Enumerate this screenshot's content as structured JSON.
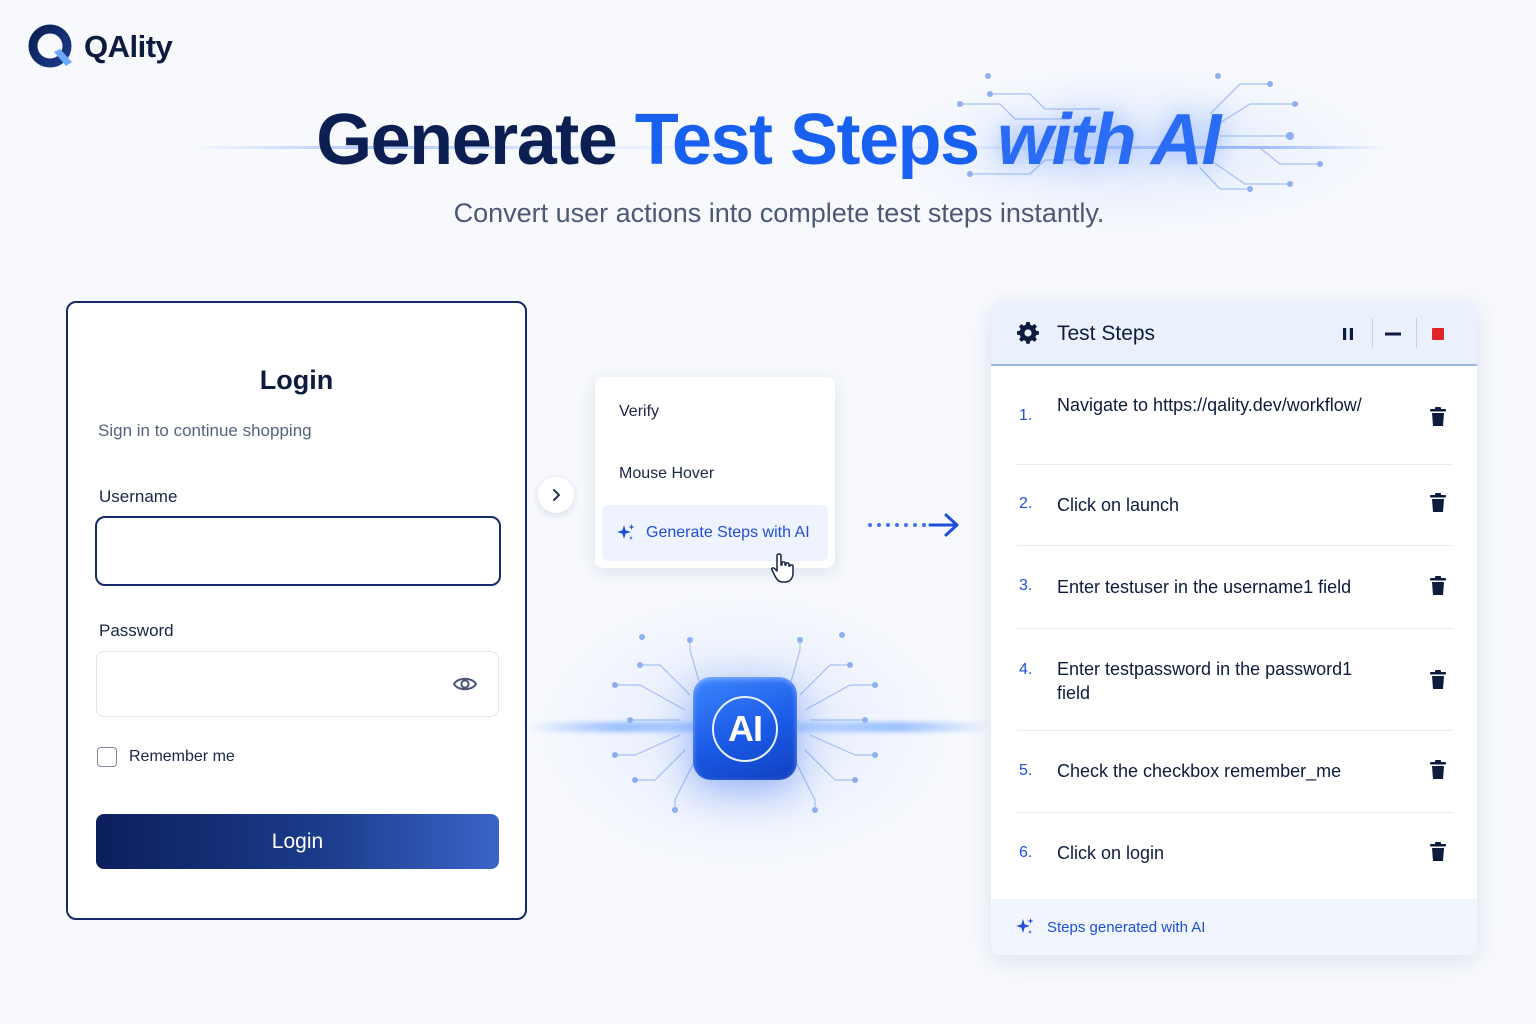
{
  "brand": {
    "name": "QAlity"
  },
  "hero": {
    "title_part1": "Generate",
    "title_part2": "Test Steps",
    "title_part3": "with AI",
    "subtitle": "Convert user actions into complete test steps instantly."
  },
  "login": {
    "title": "Login",
    "subtitle": "Sign in to continue shopping",
    "username_label": "Username",
    "username_value": "",
    "password_label": "Password",
    "password_value": "",
    "remember_label": "Remember me",
    "remember_checked": false,
    "button_label": "Login"
  },
  "context_menu": {
    "items": [
      "Verify",
      "Mouse Hover"
    ],
    "ai_item": "Generate Steps with AI"
  },
  "ai_chip": {
    "label": "AI"
  },
  "steps_panel": {
    "title": "Test Steps",
    "steps": [
      {
        "num": "1.",
        "text": "Navigate to https://qality.dev/workflow/"
      },
      {
        "num": "2.",
        "text": "Click on launch"
      },
      {
        "num": "3.",
        "text": "Enter testuser in the username1 field"
      },
      {
        "num": "4.",
        "text": "Enter testpassword in the password1 field"
      },
      {
        "num": "5.",
        "text": "Check the checkbox remember_me"
      },
      {
        "num": "6.",
        "text": "Click on login"
      }
    ],
    "footer": "Steps generated with AI"
  },
  "colors": {
    "navy": "#0c1f52",
    "accent_blue": "#1760f0",
    "stop_red": "#e0242b"
  },
  "icons": [
    "q-logo-icon",
    "eye-icon",
    "chevron-right-icon",
    "sparkle-icon",
    "hand-cursor-icon",
    "arrow-right-icon",
    "gear-icon",
    "pause-icon",
    "minimize-icon",
    "stop-icon",
    "trash-icon"
  ]
}
